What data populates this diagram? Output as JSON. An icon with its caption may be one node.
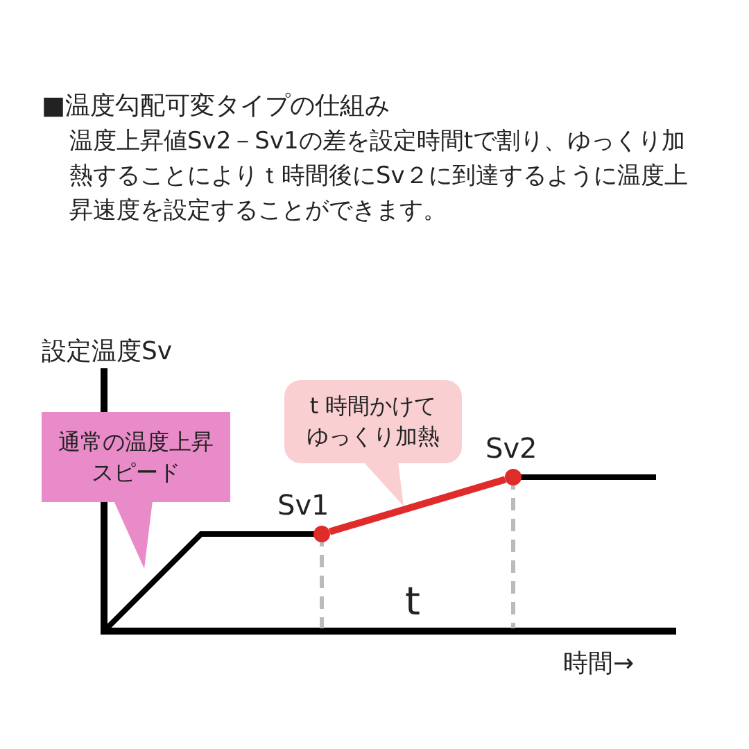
{
  "diagram": {
    "title": "■温度勾配可変タイプの仕組み",
    "nodes": [
      {
        "text": [
          "通常の温度上昇スピード"
        ]
      },
      {
        "text": [
          "t 時間かけてゆっくり加熱"
        ]
      },
      {
        "text": [],
        "shape": "circle",
        "beside": [
          "Sv1"
        ]
      },
      {
        "text": [],
        "shape": "circle",
        "beside": [
          "Sv2"
        ]
      }
    ],
    "edges": [
      {
        "from": 2,
        "to": 3,
        "arrow": "none",
        "color": "#e02b2b"
      }
    ],
    "labels": [
      "温度上昇値Sv2－Sv1の差を設定時間tで割り、ゆっくり加熱することによりｔ時間後にSv２に到達するように温度上昇速度を設定することができます。",
      "設定温度Sv",
      "t",
      "時間→"
    ]
  }
}
